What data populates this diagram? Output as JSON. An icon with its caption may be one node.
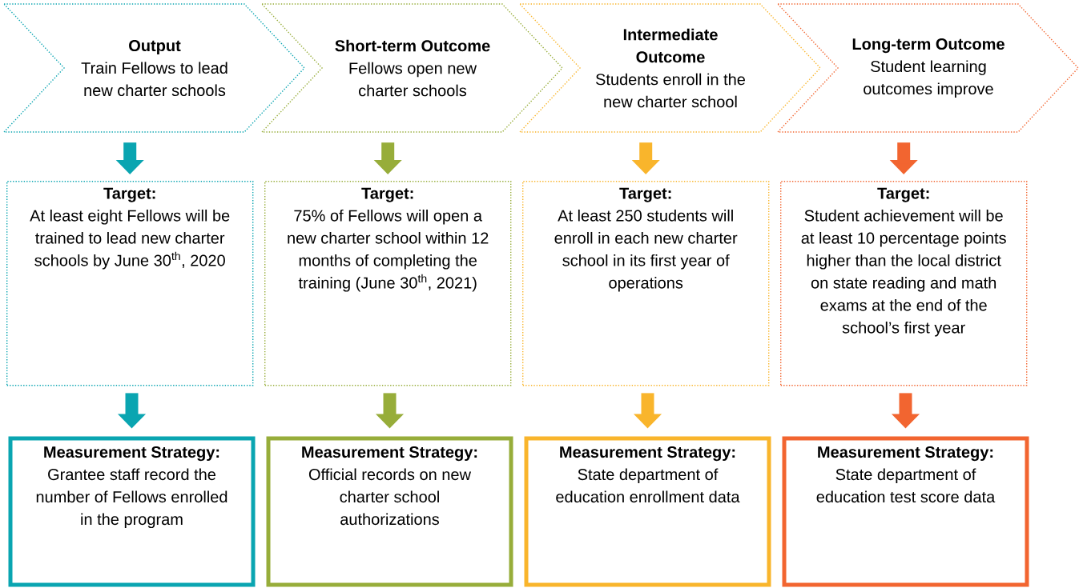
{
  "diagram": {
    "nodes": [
      {
        "text": [
          "Output",
          "Train Fellows to lead new charter schools"
        ]
      },
      {
        "text": [
          "Short-term Outcome",
          "Fellows open new charter schools"
        ]
      },
      {
        "text": [
          "Intermediate Outcome",
          "Students enroll in the new charter school"
        ]
      },
      {
        "text": [
          "Long-term Outcome",
          "Student learning outcomes improve"
        ]
      },
      {
        "text": [
          "Target:",
          "At least eight Fellows will be trained to lead new charter schools by June 30$^{th}$, 2020"
        ]
      },
      {
        "text": [
          "Target:",
          "75% of Fellows will open a new charter school within 12 months of completing the training (June 30$^{th}$, 2021)"
        ]
      },
      {
        "text": [
          "Target:",
          "At least 250 students will enroll in each new charter school in its first year of operations"
        ]
      },
      {
        "text": [
          "Target:",
          "Student achievement will be at least 10 percentage points higher than the local district on state reading and math exams at the end of the school’s first year"
        ]
      },
      {
        "text": [
          "Measurement Strategy:",
          "Grantee staff record the number of Fellows enrolled in the program"
        ]
      },
      {
        "text": [
          "Measurement Strategy:",
          "Official records on new charter school authorizations"
        ]
      },
      {
        "text": [
          "Measurement Strategy:",
          "State department of education enrollment data"
        ]
      },
      {
        "text": [
          "Measurement Strategy:",
          "State department of education test score data"
        ]
      }
    ],
    "edges": [
      {
        "from": 0,
        "to": 4,
        "arrow": "to",
        "color": "#0aa5b1"
      },
      {
        "from": 1,
        "to": 5,
        "arrow": "to",
        "color": "#97ad3a"
      },
      {
        "from": 2,
        "to": 6,
        "arrow": "to",
        "color": "#f9b52c"
      },
      {
        "from": 3,
        "to": 7,
        "arrow": "to",
        "color": "#f26530"
      },
      {
        "from": 4,
        "to": 8,
        "arrow": "to",
        "color": "#0aa5b1"
      },
      {
        "from": 5,
        "to": 9,
        "arrow": "to",
        "color": "#97ad3a"
      },
      {
        "from": 6,
        "to": 10,
        "arrow": "to",
        "color": "#f9b52c"
      },
      {
        "from": 7,
        "to": 11,
        "arrow": "to",
        "color": "#f26530"
      }
    ]
  }
}
